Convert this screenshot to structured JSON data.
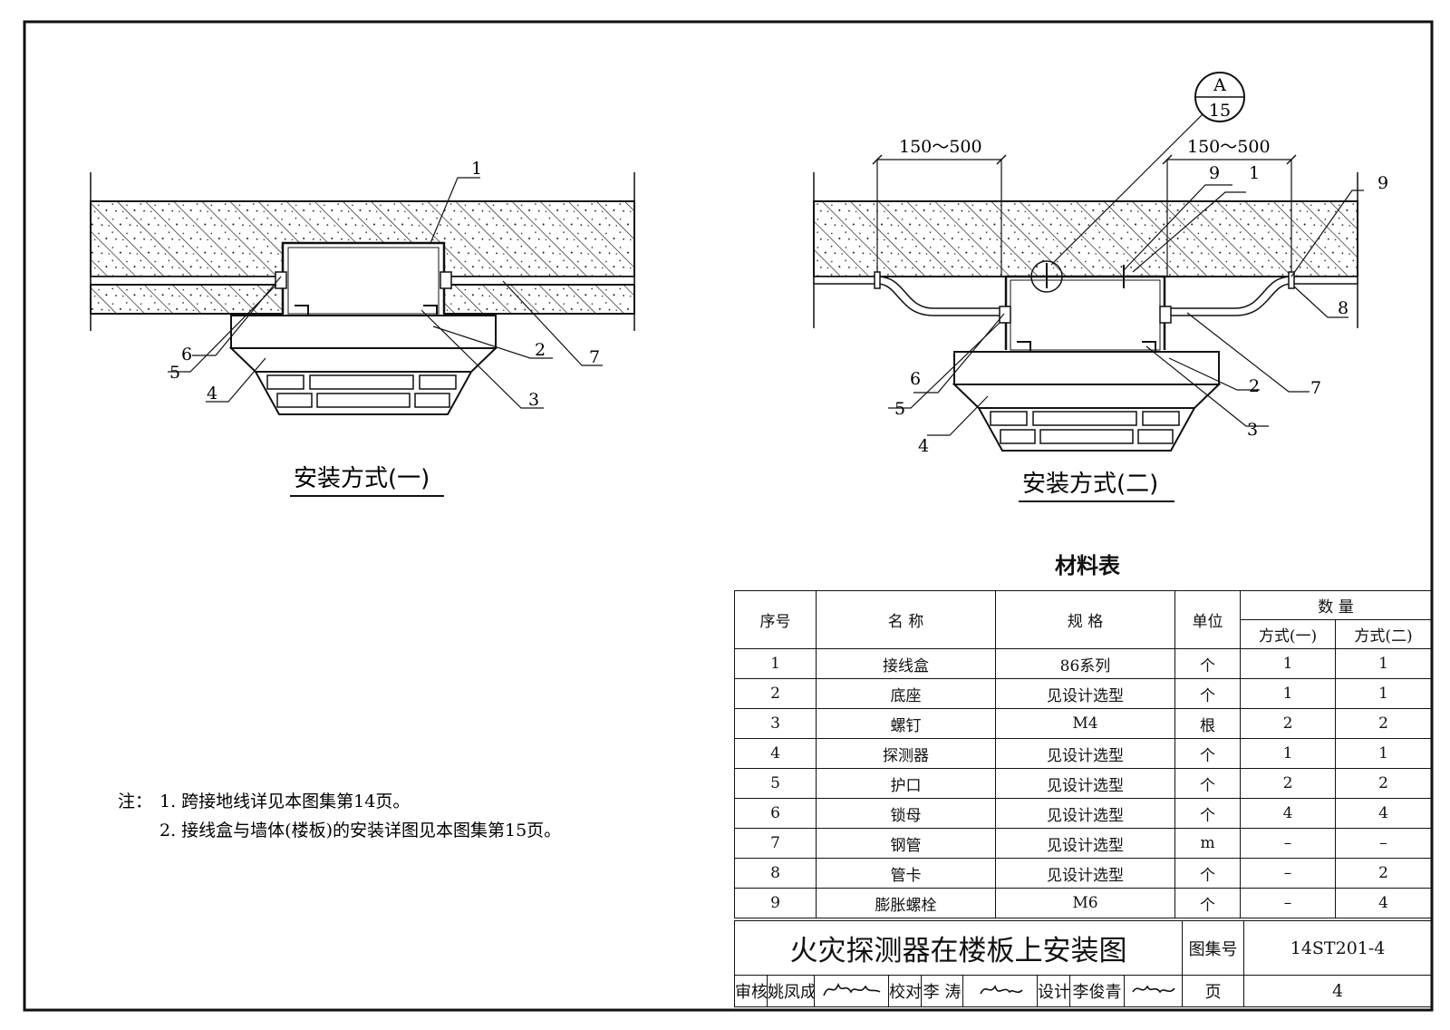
{
  "labels": {
    "method1_caption": "安装方式(一)",
    "method2_caption": "安装方式(二)",
    "dim_range": "150～500",
    "detail_ref_top": "A",
    "detail_ref_bottom": "15",
    "callout": {
      "m1_1": "1",
      "m1_2": "2",
      "m1_3": "3",
      "m1_4": "4",
      "m1_5": "5",
      "m1_6": "6",
      "m1_7": "7",
      "m2_1": "1",
      "m2_2": "2",
      "m2_3": "3",
      "m2_4": "4",
      "m2_5": "5",
      "m2_6": "6",
      "m2_7": "7",
      "m2_8": "8",
      "m2_9a": "9",
      "m2_9b": "9"
    }
  },
  "notes": {
    "prefix": "注：",
    "items": [
      "1. 跨接地线详见本图集第14页。",
      "2. 接线盒与墙体(楼板)的安装详图见本图集第15页。"
    ]
  },
  "materials": {
    "title": "材料表",
    "headers": {
      "no": "序号",
      "name": "名 称",
      "spec": "规 格",
      "unit": "单位",
      "qty": "数 量",
      "qty_m1": "方式(一)",
      "qty_m2": "方式(二)"
    },
    "rows": [
      {
        "no": "1",
        "name": "接线盒",
        "spec": "86系列",
        "unit": "个",
        "m1": "1",
        "m2": "1"
      },
      {
        "no": "2",
        "name": "底座",
        "spec": "见设计选型",
        "unit": "个",
        "m1": "1",
        "m2": "1"
      },
      {
        "no": "3",
        "name": "螺钉",
        "spec": "M4",
        "unit": "根",
        "m1": "2",
        "m2": "2"
      },
      {
        "no": "4",
        "name": "探测器",
        "spec": "见设计选型",
        "unit": "个",
        "m1": "1",
        "m2": "1"
      },
      {
        "no": "5",
        "name": "护口",
        "spec": "见设计选型",
        "unit": "个",
        "m1": "2",
        "m2": "2"
      },
      {
        "no": "6",
        "name": "锁母",
        "spec": "见设计选型",
        "unit": "个",
        "m1": "4",
        "m2": "4"
      },
      {
        "no": "7",
        "name": "钢管",
        "spec": "见设计选型",
        "unit": "m",
        "m1": "–",
        "m2": "–"
      },
      {
        "no": "8",
        "name": "管卡",
        "spec": "见设计选型",
        "unit": "个",
        "m1": "–",
        "m2": "2"
      },
      {
        "no": "9",
        "name": "膨胀螺栓",
        "spec": "M6",
        "unit": "个",
        "m1": "–",
        "m2": "4"
      }
    ]
  },
  "title_block": {
    "drawing_title": "火灾探测器在楼板上安装图",
    "atlas_label": "图集号",
    "atlas_no": "14ST201-4",
    "review_label": "审核",
    "reviewer": "姚凤成",
    "check_label": "校对",
    "checker": "李 涛",
    "design_label": "设计",
    "designer": "李俊青",
    "page_label": "页",
    "page_no": "4"
  }
}
